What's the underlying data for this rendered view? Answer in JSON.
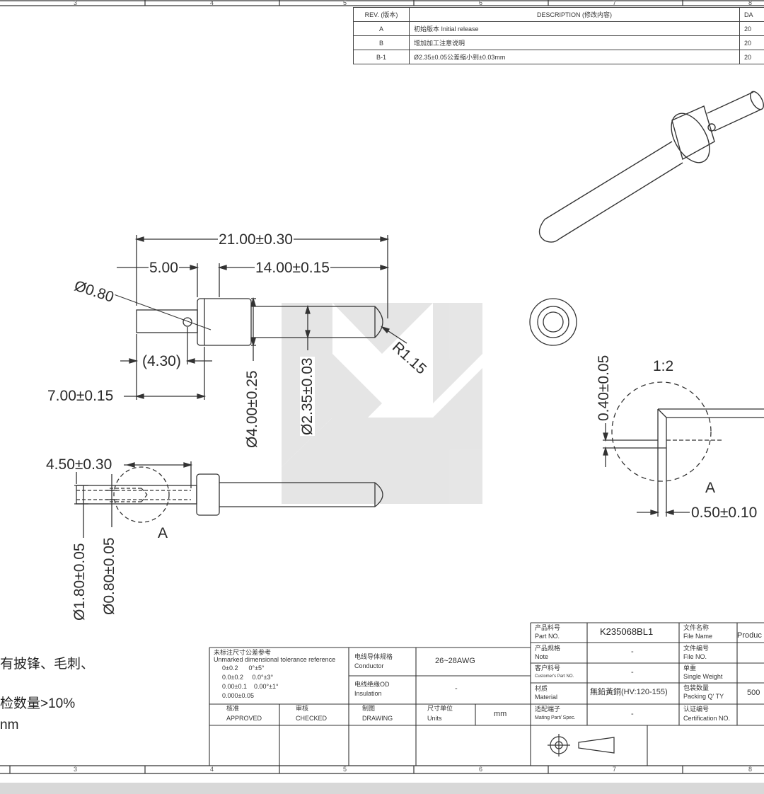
{
  "zones": {
    "top": [
      "3",
      "4",
      "5",
      "6",
      "7",
      "8"
    ],
    "bottom": [
      "3",
      "4",
      "5",
      "6",
      "7",
      "8"
    ]
  },
  "revision_table": {
    "headers": {
      "rev": "REV. (版本)",
      "description": "DESCRIPTION (修改内容)",
      "date": "DA"
    },
    "rows": [
      {
        "rev": "A",
        "description": "初始版本 Initial release",
        "date": "20"
      },
      {
        "rev": "B",
        "description": "增加加工注意说明",
        "date": "20"
      },
      {
        "rev": "B-1",
        "description": "Ø2.35±0.05公差缩小到±0.03mm",
        "date": "20"
      }
    ]
  },
  "dimensions": {
    "overall_length": "21.00±0.30",
    "head_length": "5.00",
    "pin_length": "14.00±0.15",
    "hole_dia": "Ø0.80",
    "hole_pos": "(4.30)",
    "collar_pos": "7.00±0.15",
    "collar_dia": "Ø4.00±0.25",
    "pin_dia": "Ø2.35±0.03",
    "tip_radius": "R1.15",
    "bore_depth": "4.50±0.30",
    "bore_dia_outer": "Ø1.80±0.05",
    "bore_dia_inner": "Ø0.80±0.05",
    "section_label": "A",
    "detail_scale": "1:2",
    "detail_label": "A",
    "detail_chamfer": "0.40±0.05",
    "detail_step": "0.50±0.10"
  },
  "notes": {
    "line1": "有披锋、毛刺、",
    "line2": "检数量>10%",
    "line3": "nm"
  },
  "title_block": {
    "tolerance_title_cn": "未标注尺寸公差参考",
    "tolerance_title_en": "Unmarked dimensional tolerance reference",
    "tolerances": [
      "0±0.2      0°±5°",
      "0.0±0.2     0.0°±3°",
      "0.00±0.1    0.00°±1°",
      "0.000±0.05"
    ],
    "conductor_label_cn": "电线导体规格",
    "conductor_label_en": "Conductor",
    "conductor_value": "26~28AWG",
    "insulation_label_cn": "电线绝缘OD",
    "insulation_label_en": "Insulation",
    "insulation_value": "-",
    "approved_cn": "核准",
    "approved_en": "APPROVED",
    "checked_cn": "审核",
    "checked_en": "CHECKED",
    "drawing_cn": "制图",
    "drawing_en": "DRAWING",
    "units_cn": "尺寸单位",
    "units_en": "Units",
    "units_value": "mm",
    "part_no_cn": "产品料号",
    "part_no_en": "Part NO.",
    "part_no_value": "K235068BL1",
    "note_cn": "产品规格",
    "note_en": "Note",
    "note_value": "-",
    "cust_cn": "客户料号",
    "cust_en": "Customer's Part NO.",
    "cust_value": "-",
    "material_cn": "材质",
    "material_en": "Material",
    "material_value": "無鉛黃銅(HV:120-155)",
    "mating_cn": "适配端子",
    "mating_en": "Mating Part/ Spec.",
    "mating_value": "-",
    "file_name_cn": "文件名称",
    "file_name_en": "File Name",
    "file_name_value": "Produc",
    "file_no_cn": "文件编号",
    "file_no_en": "File NO.",
    "weight_cn": "单重",
    "weight_en": "Single Weight",
    "packing_cn": "包装数量",
    "packing_en": "Packing Q' TY",
    "packing_value": "500",
    "cert_cn": "认证编号",
    "cert_en": "Certification NO."
  }
}
